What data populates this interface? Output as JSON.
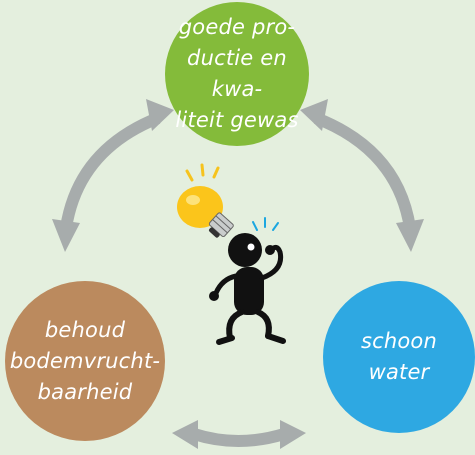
{
  "nodes": {
    "top": {
      "label": "goede pro-\nductie en kwa-\nliteit gewas",
      "color": "#84bb3a"
    },
    "left": {
      "label": "behoud\nbodemvrucht-\nbaarheid",
      "color": "#bb8a5e"
    },
    "right": {
      "label": "schoon\nwater",
      "color": "#2ea8e2"
    }
  },
  "arrow_color": "#a7acac",
  "icons": [
    "lightbulb-icon",
    "thinking-figure-icon"
  ]
}
